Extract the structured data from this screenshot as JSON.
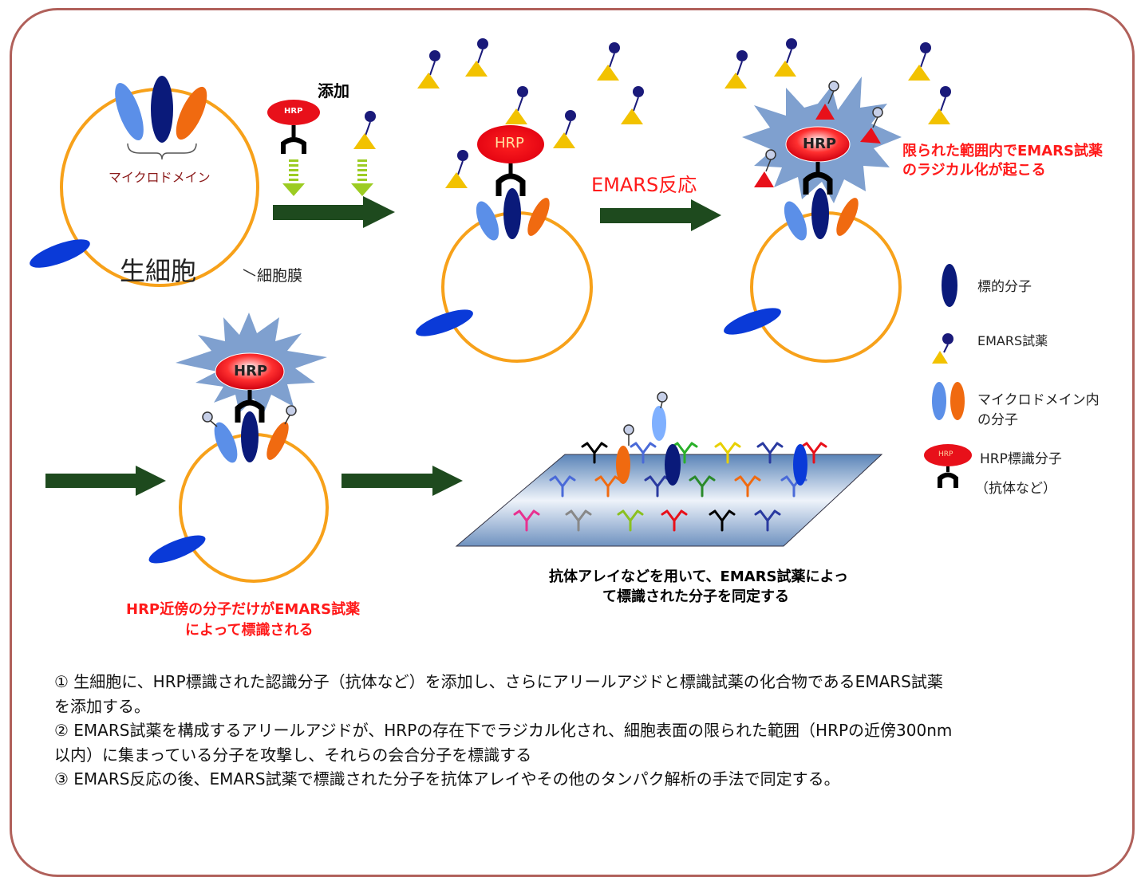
{
  "labels": {
    "microdomain": "マイクロドメイン",
    "live_cell": "生細胞",
    "cell_membrane": "細胞膜",
    "add": "添加",
    "hrp": "HRP",
    "emars_reaction": "EMARS反応",
    "limited_range_line1": "限られた範囲内でEMARS試薬",
    "limited_range_line2": "のラジカル化が起こる",
    "near_hrp_line1": "HRP近傍の分子だけがEMARS試薬",
    "near_hrp_line2": "によって標識される",
    "array_line1": "抗体アレイなどを用いて、EMARS試薬によっ",
    "array_line2": "て標識された分子を同定する"
  },
  "legend": {
    "target_molecule": "標的分子",
    "emars_reagent": "EMARS試薬",
    "microdomain_molecule_line1": "マイクロドメイン内",
    "microdomain_molecule_line2": "の分子",
    "hrp_labeled": "HRP標識分子",
    "antibody_etc": "（抗体など）"
  },
  "notes": {
    "line1": "①  生細胞に、HRP標識された認識分子（抗体など）を添加し、さらにアリールアジドと標識試薬の化合物であるEMARS試薬",
    "line2": "を添加する。",
    "line3": "②  EMARS試薬を構成するアリールアジドが、HRPの存在下でラジカル化され、細胞表面の限られた範囲（HRPの近傍300nm",
    "line4": "以内）に集まっている分子を攻撃し、それらの会合分子を標識する",
    "line5": "③ EMARS反応の後、EMARS試薬で標識された分子を抗体アレイやその他のタンパク解析の手法で同定する。"
  },
  "colors": {
    "cell_membrane": "#f7a11a",
    "target": "#0a1a7a",
    "light_blue": "#5b8fe8",
    "orange": "#f06a10",
    "hrp_red": "#e8101a",
    "arrow_green": "#1e4a1e",
    "reagent_yellow": "#f2c200",
    "reagent_ball": "#1a1a7a",
    "radical_red": "#e8101a",
    "starburst": "#7fa0cf",
    "frame": "#b0605a"
  }
}
